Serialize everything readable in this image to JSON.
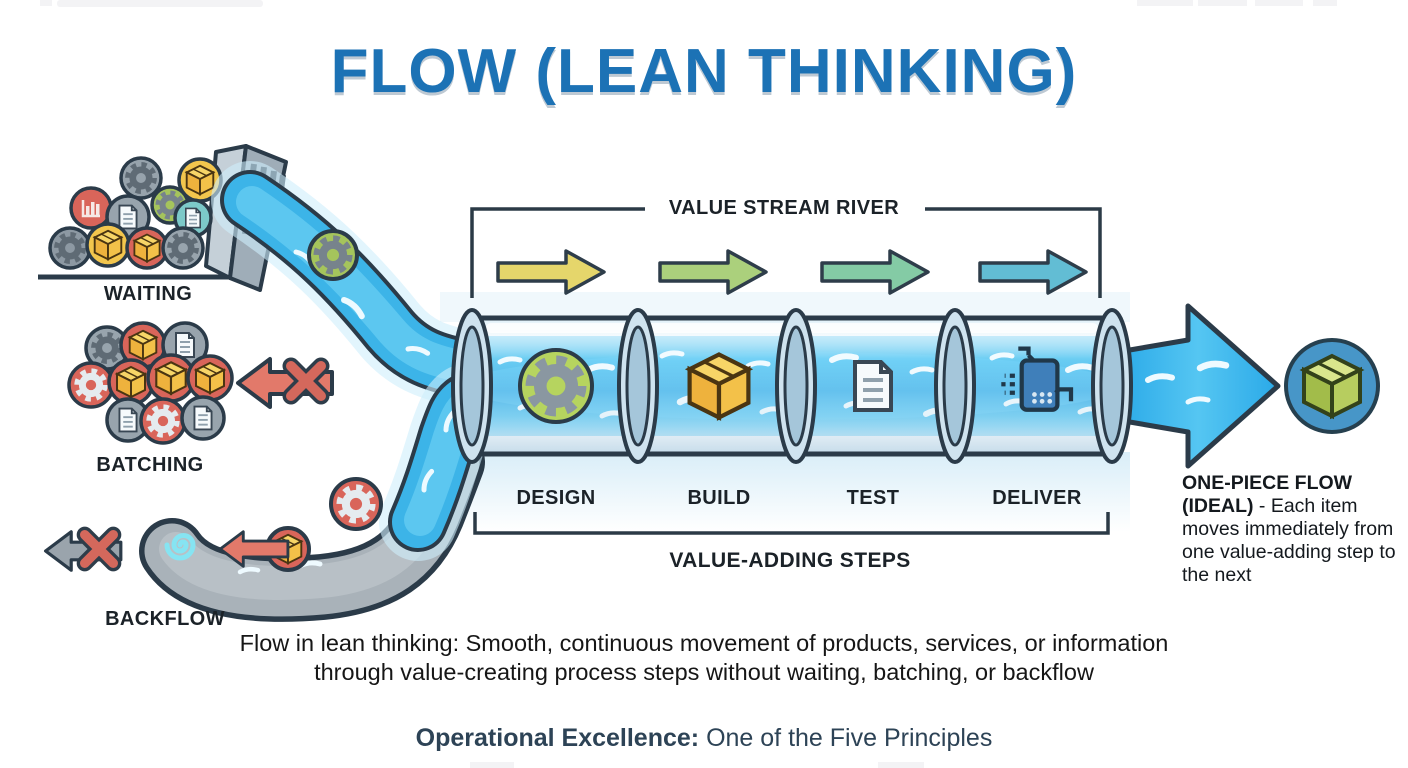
{
  "title": "FLOW (LEAN THINKING)",
  "value_stream": {
    "river_label": "VALUE STREAM RIVER",
    "flow_arrow_colors": [
      "#e5d66b",
      "#abd07c",
      "#84cba5",
      "#62bdd4"
    ]
  },
  "obstacles": {
    "waiting": "WAITING",
    "batching": "BATCHING",
    "backflow": "BACKFLOW"
  },
  "pipeline": {
    "stages": [
      {
        "label": "DESIGN",
        "icon": "gear-icon"
      },
      {
        "label": "BUILD",
        "icon": "box-icon"
      },
      {
        "label": "TEST",
        "icon": "document-icon"
      },
      {
        "label": "DELIVER",
        "icon": "delivery-icon"
      }
    ],
    "bracket_label": "VALUE-ADDING STEPS"
  },
  "one_piece_flow": {
    "heading": "ONE-PIECE FLOW",
    "subheading": "(IDEAL)",
    "body": " - Each item moves immediately from one value-adding step to the next",
    "icon": "green-box-icon"
  },
  "description": {
    "line1": "Flow in lean thinking: Smooth, continuous movement of products, services, or information",
    "line2": "through value-creating process steps without waiting, batching, or backflow"
  },
  "footer": {
    "bold": "Operational Excellence:",
    "rest": " One of the Five Principles"
  },
  "colors": {
    "title_blue": "#1c72b5",
    "outline_navy": "#2b3b49",
    "water_blue": "#2fb1ec",
    "obstacle_red": "#d9655a",
    "footer_slate": "#2d4356"
  }
}
